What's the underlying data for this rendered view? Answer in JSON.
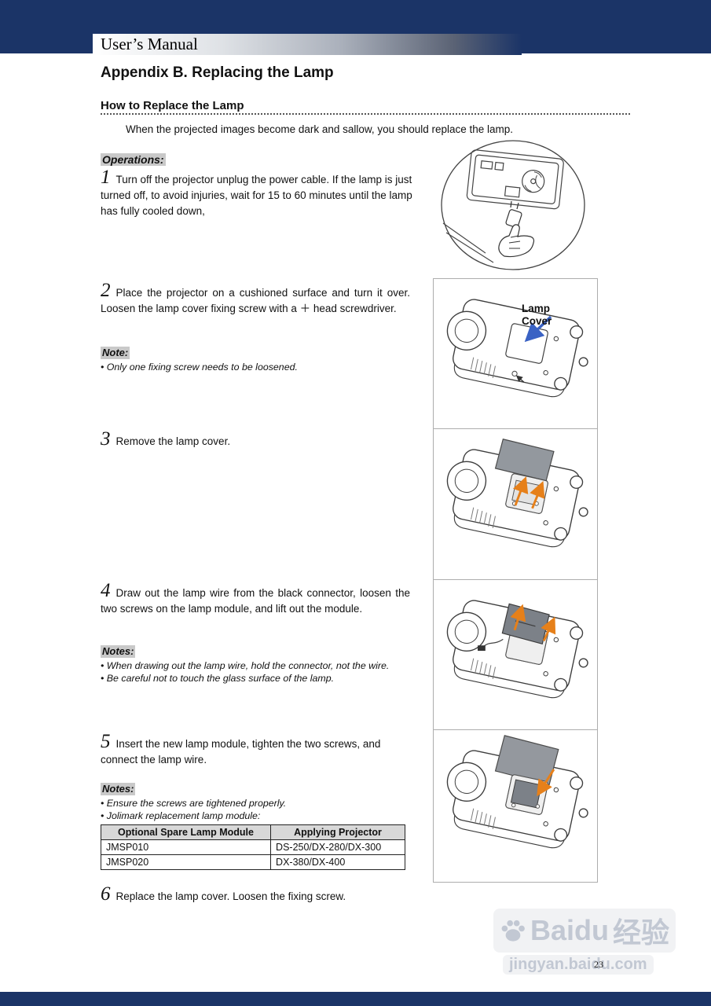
{
  "page": {
    "header_title": "User’s Manual",
    "title": "Appendix B. Replacing the Lamp",
    "section_title": "How to Replace the Lamp",
    "intro": "When the projected images become dark and sallow, you should replace the lamp.",
    "operations_label": "Operations:",
    "page_number": "23"
  },
  "steps": [
    {
      "num": "1",
      "text": "Turn off the projector unplug the power cable. If the lamp is just turned off, to avoid injuries, wait for 15 to 60 minutes until the lamp has fully cooled down,"
    },
    {
      "num": "2",
      "text": "Place the projector on a cushioned surface and turn it over. Loosen the lamp cover fixing screw with a ＋ head screwdriver.",
      "note_label": "Note:",
      "notes": [
        "• Only one fixing screw needs to be loosened."
      ]
    },
    {
      "num": "3",
      "text": "Remove the lamp cover."
    },
    {
      "num": "4",
      "text": "Draw out the lamp wire from the black connector, loosen the two screws on the lamp module, and lift out the module.",
      "note_label": "Notes:",
      "notes": [
        "• When drawing out the lamp wire, hold the connector, not the wire.",
        "• Be careful not to touch the glass surface of the lamp."
      ]
    },
    {
      "num": "5",
      "text": "Insert the new lamp module, tighten the two screws, and connect the lamp wire.",
      "note_label": "Notes:",
      "notes": [
        "• Ensure the screws are tightened properly.",
        "• Jolimark replacement lamp module:"
      ]
    },
    {
      "num": "6",
      "text": "Replace the lamp cover. Loosen the fixing screw."
    }
  ],
  "lamp_table": {
    "headers": [
      "Optional Spare Lamp Module",
      "Applying Projector"
    ],
    "rows": [
      [
        "JMSP010",
        "DS-250/DX-280/DX-300"
      ],
      [
        "JMSP020",
        "DX-380/DX-400"
      ]
    ]
  },
  "figures": {
    "fig2_label": "Lamp Cover"
  },
  "watermark": {
    "brand": "Baidu",
    "brand_cn": "经验",
    "url": "jingyan.baidu.com"
  },
  "colors": {
    "navy": "#1b3467",
    "highlight_gray": "#c9c9c9",
    "arrow_orange": "#e6801a",
    "arrow_blue": "#3a62c4",
    "table_header_bg": "#d8d8d8"
  }
}
